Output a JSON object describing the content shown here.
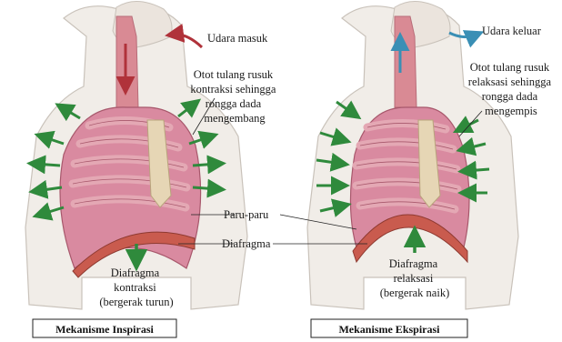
{
  "left": {
    "air_label": "Udara masuk",
    "muscle_label": [
      "Otot tulang rusuk",
      "kontraksi sehingga",
      "rongga dada",
      "mengembang"
    ],
    "diaphragm_label": [
      "Diafragma",
      "kontraksi",
      "(bergerak turun)"
    ],
    "caption": "Mekanisme Inspirasi"
  },
  "right": {
    "air_label": "Udara keluar",
    "muscle_label": [
      "Otot tulang rusuk",
      "relaksasi sehingga",
      "rongga dada",
      "mengempis"
    ],
    "diaphragm_label": [
      "Diafragma",
      "relaksasi",
      "(bergerak naik)"
    ],
    "caption": "Mekanisme Ekspirasi"
  },
  "shared": {
    "lungs_label": "Paru-paru",
    "diaphragm_label": "Diafragma"
  },
  "colors": {
    "skin": "#f1ede8",
    "skin_edge": "#c9c2ba",
    "lung": "#d98aa0",
    "rib": "#e4a8b4",
    "arrow": "#2f8a3c",
    "air_in": "#b0323a",
    "air_out": "#3a8fb5",
    "trachea": "#d98a94"
  }
}
